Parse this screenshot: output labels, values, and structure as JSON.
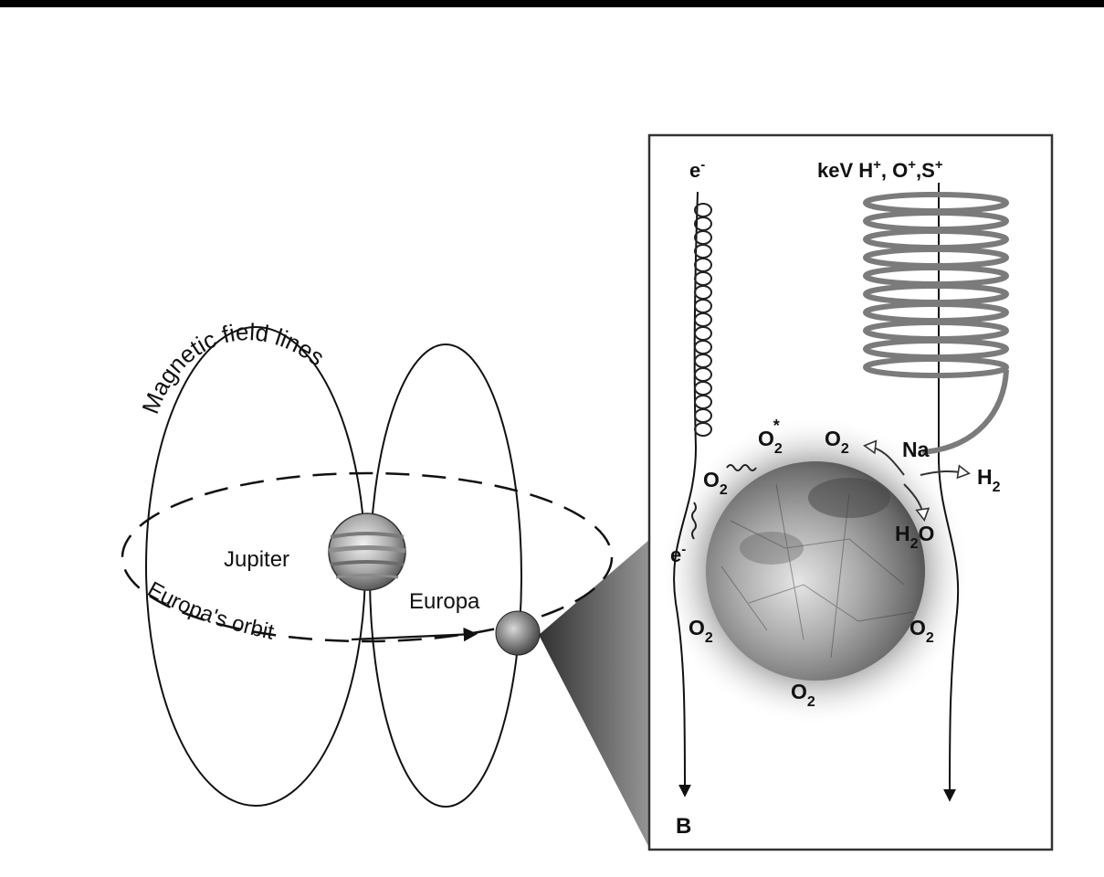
{
  "labels": {
    "field_lines": "Magnetic field lines",
    "jupiter": "Jupiter",
    "europa": "Europa",
    "orbit": "Europa's orbit"
  },
  "inset": {
    "electron_top": "e",
    "electron_top_sup": "-",
    "ions": "keV H",
    "ions_sup1": "+",
    "ions_mid": ", O",
    "ions_sup2": "+",
    "ions_end": ",S",
    "ions_sup3": "+",
    "o2_star_base": "O",
    "o2_star_sub": "2",
    "o2_star_mark": "*",
    "o2_left_base": "O",
    "o2_left_sub": "2",
    "o2_top_base": "O",
    "o2_top_sub": "2",
    "na": "Na",
    "h2_base": "H",
    "h2_sub": "2",
    "h2o_base": "H",
    "h2o_sub": "2",
    "h2o_end": "O",
    "electron_low": "e",
    "electron_low_sup": "-",
    "o2_l_base": "O",
    "o2_l_sub": "2",
    "o2_r_base": "O",
    "o2_r_sub": "2",
    "o2_b_base": "O",
    "o2_b_sub": "2",
    "field_label": "B"
  }
}
